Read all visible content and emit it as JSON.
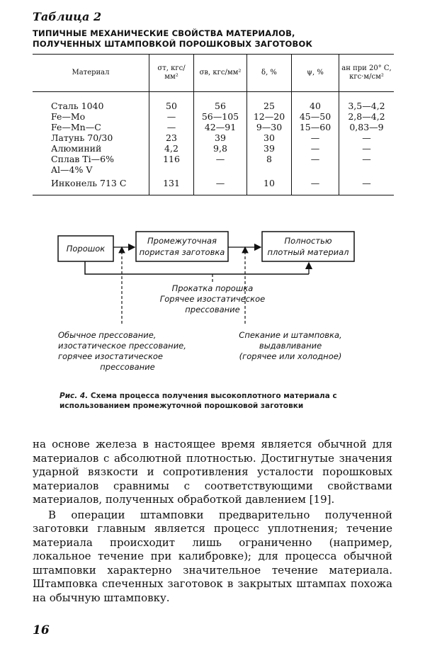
{
  "table": {
    "label": "Таблица 2",
    "title_line1": "ТИПИЧНЫЕ МЕХАНИЧЕСКИЕ СВОЙСТВА МАТЕРИАЛОВ,",
    "title_line2": "ПОЛУЧЕННЫХ ШТАМПОВКОЙ ПОРОШКОВЫХ ЗАГОТОВОК",
    "headers": [
      "Материал",
      "σт, кгс/мм²",
      "σв, кгс/мм²",
      "δ, %",
      "ψ, %",
      "aн при 20° С, кгс·м/см²"
    ],
    "rows": [
      [
        "Сталь 1040",
        "50",
        "56",
        "25",
        "40",
        "3,5—4,2"
      ],
      [
        "Fe—Mo",
        "—",
        "56—105",
        "12—20",
        "45—50",
        "2,8—4,2"
      ],
      [
        "Fe—Mn—C",
        "—",
        "42—91",
        "9—30",
        "15—60",
        "0,83—9"
      ],
      [
        "Латунь 70/30",
        "23",
        "39",
        "30",
        "—",
        "—"
      ],
      [
        "Алюминий",
        "4,2",
        "9,8",
        "39",
        "—",
        "—"
      ],
      [
        "Сплав Ti—6%",
        "116",
        "—",
        "8",
        "—",
        "—"
      ],
      [
        "Al—4% V",
        "",
        "",
        "",
        "",
        ""
      ],
      [
        "Инконель 713 С",
        "131",
        "—",
        "10",
        "—",
        "—"
      ]
    ]
  },
  "diagram": {
    "box1": "Порошок",
    "box2_line1": "Промежуточная",
    "box2_line2": "пористая заготовка",
    "box3_line1": "Полностью",
    "box3_line2": "плотный материал",
    "center_line1": "Прокатка порошка",
    "center_line2": "Горячее изостатическое",
    "center_line3": "прессование",
    "left_line1": "Обычное прессование,",
    "left_line2": "изостатическое прессование,",
    "left_line3": "горячее изостатическое",
    "left_line4": "прессование",
    "right_line1": "Спекание и штамповка,",
    "right_line2": "выдавливание",
    "right_line3": "(горячее или холодное)"
  },
  "figure_caption": {
    "lead": "Рис. 4.",
    "text": "Схема процесса получения высокоплотного материала с использованием промежуточной порошковой заготовки"
  },
  "body": {
    "para1": "на основе железа в настоящее время является обычной для материалов с абсолютной плотностью. Достигнутые значения ударной вязкости и сопротивления усталости порошковых материалов сравнимы с соответствующими свойствами материалов, полученных обработкой давлением [19].",
    "para2": "В операции штамповки предварительно полученной заготовки главным является процесс уплотнения; течение материала происходит лишь ограниченно (например, локальное течение при калибровке); для процесса обычной штамповки характерно значительное течение материала. Штамповка спеченных заготовок в закрытых штампах похожа на обычную штамповку."
  },
  "page_number": "16"
}
